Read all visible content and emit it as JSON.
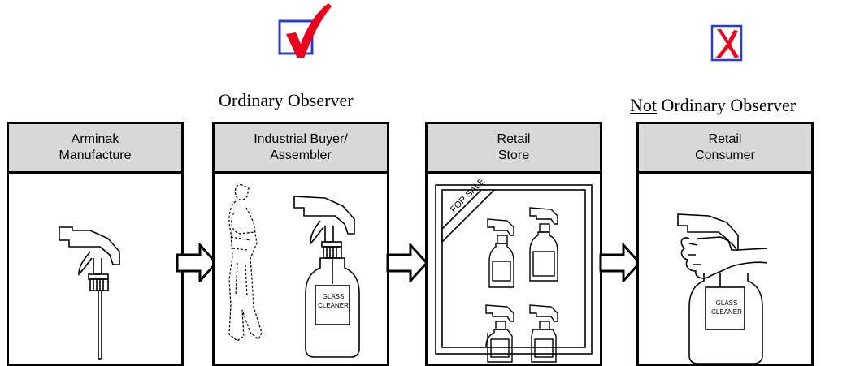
{
  "observer_labels": {
    "ordinary": "Ordinary Observer",
    "not_word": "Not",
    "not_rest": " Ordinary Observer"
  },
  "status_icons": {
    "ordinary": "check-mark-icon",
    "not_ordinary": "x-mark-icon",
    "check_color": "#e8001c",
    "box_color": "#2d3fbf"
  },
  "stages": [
    {
      "title": "Arminak\nManufacture"
    },
    {
      "title": "Industrial Buyer/\nAssembler",
      "bottle_label": "GLASS\nCLEANER"
    },
    {
      "title": "Retail\nStore",
      "sign": "FOR SALE"
    },
    {
      "title": "Retail\nConsumer",
      "bottle_label": "GLASS\nCLEANER"
    }
  ]
}
